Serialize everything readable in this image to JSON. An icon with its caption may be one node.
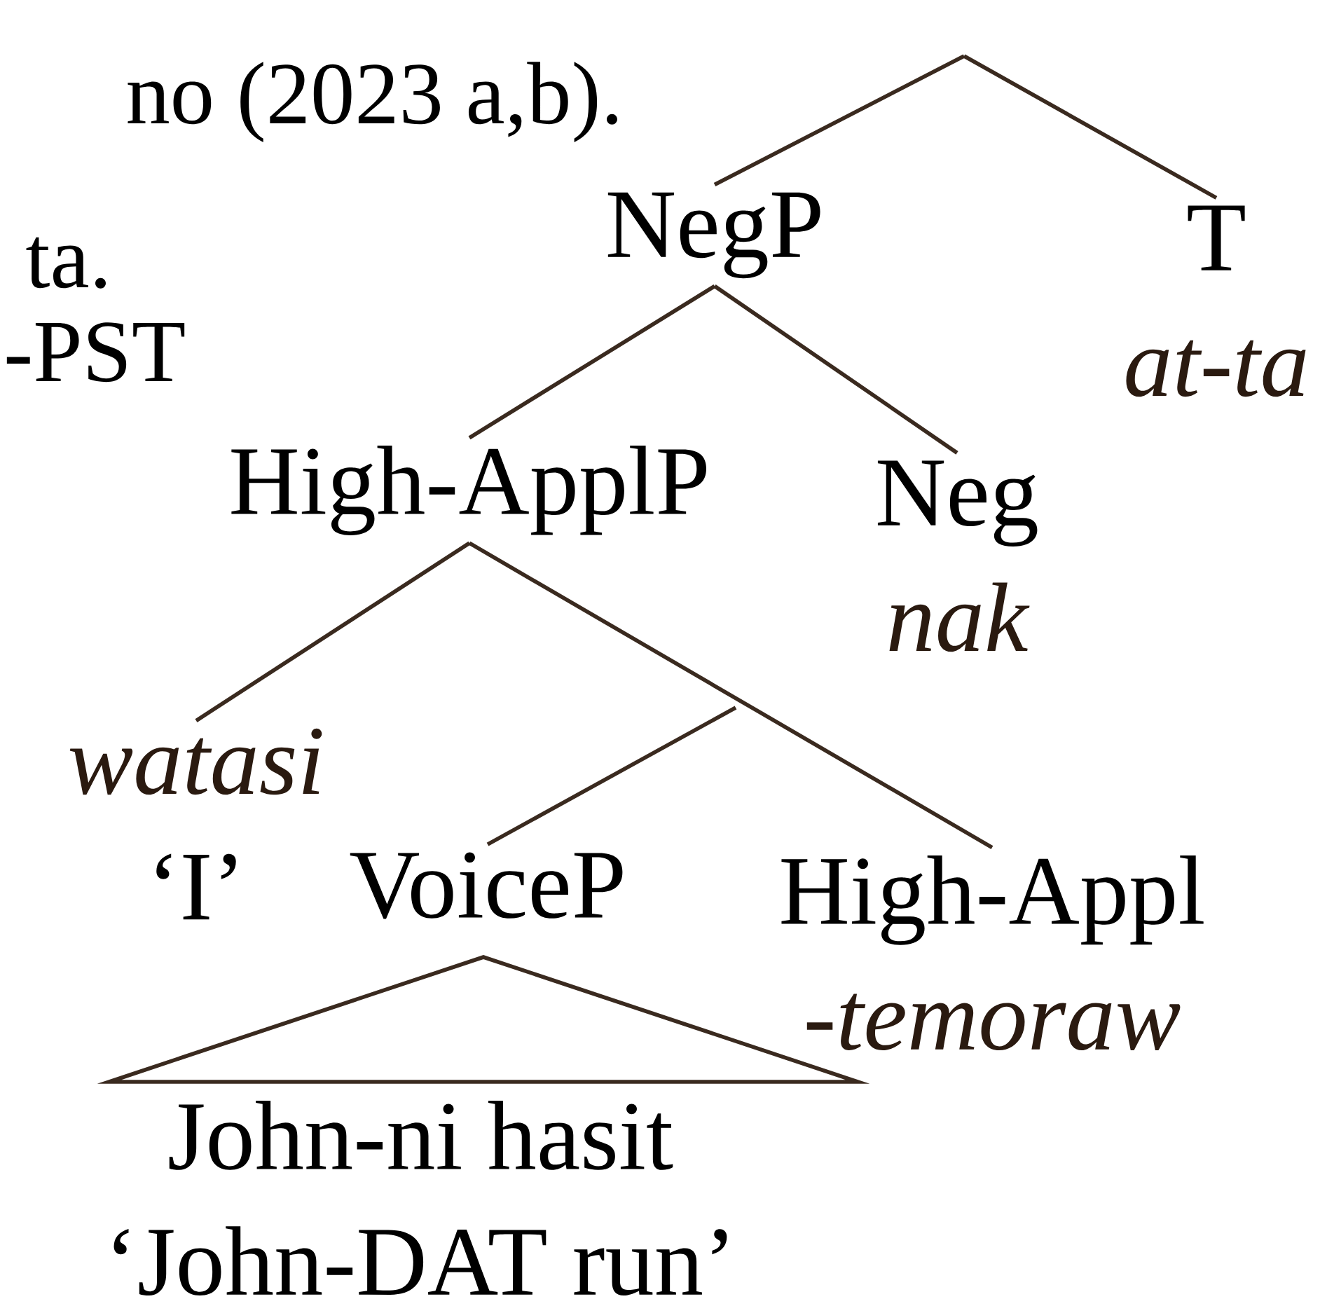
{
  "diagram": {
    "nodes": [
      {
        "text": [
          "NegP"
        ]
      },
      {
        "text": [
          "T",
          "at-ta"
        ]
      },
      {
        "text": [
          "High-ApplP"
        ]
      },
      {
        "text": [
          "Neg",
          "nak"
        ]
      },
      {
        "text": [
          "watasi",
          "‘I’"
        ]
      },
      {
        "text": [
          "VoiceP"
        ]
      },
      {
        "text": [
          "High-Appl",
          "-temoraw"
        ]
      },
      {
        "text": [
          "John-ni hasit",
          "‘John-DAT run’"
        ]
      }
    ],
    "edges": [
      {
        "from": null,
        "to": 0,
        "arrow": "none"
      },
      {
        "from": null,
        "to": 1,
        "arrow": "none"
      },
      {
        "from": 0,
        "to": 2,
        "arrow": "none"
      },
      {
        "from": 0,
        "to": 3,
        "arrow": "none"
      },
      {
        "from": 2,
        "to": 4,
        "arrow": "none"
      },
      {
        "from": 2,
        "to": 6,
        "arrow": "none"
      },
      {
        "from": null,
        "to": 5,
        "arrow": "none"
      }
    ],
    "labels": [
      "no (2023 a,b).",
      "ta.",
      "-PST"
    ]
  }
}
